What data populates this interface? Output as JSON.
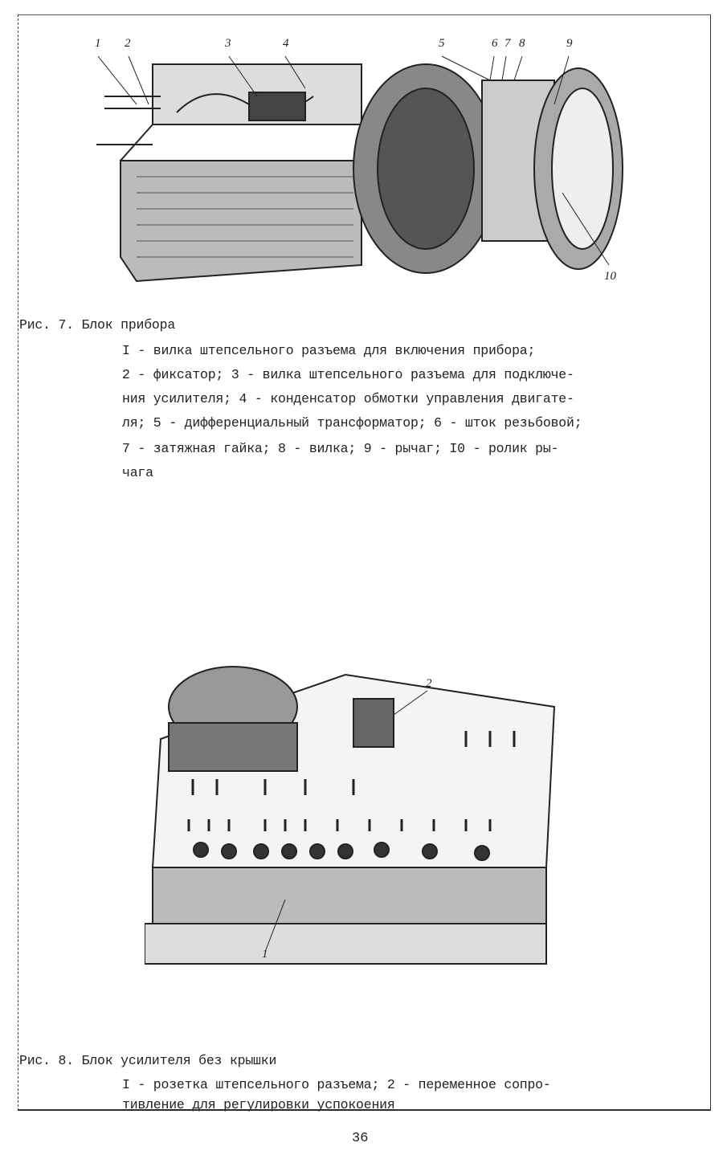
{
  "figure7": {
    "labels": [
      "1",
      "2",
      "3",
      "4",
      "5",
      "6",
      "7",
      "8",
      "9",
      "10"
    ],
    "caption": "Рис. 7. Блок прибора",
    "lines": [
      "I - вилка штепсельного разъема для включения прибора;",
      "2 - фиксатор; 3 - вилка штепсельного разъема для подключе-",
      "ния усилителя; 4 - конденсатор обмотки управления двигате-",
      "ля; 5 - дифференциальный трансформатор; 6 - шток резьбовой;",
      "7 - затяжная гайка; 8 - вилка; 9 - рычаг; I0 - ролик ры-",
      "чага"
    ]
  },
  "figure8": {
    "labels": [
      "2",
      "1"
    ],
    "caption": "Рис. 8. Блок усилителя без крышки",
    "lines": [
      "I - розетка штепсельного разъема; 2 - переменное сопро-",
      "тивление для регулировки успокоения"
    ]
  },
  "page_number": "36"
}
